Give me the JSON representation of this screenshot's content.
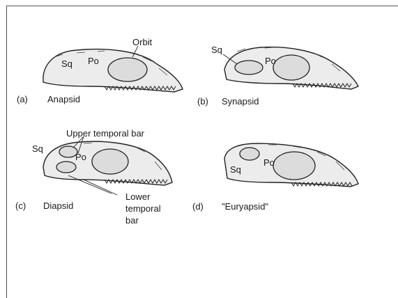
{
  "panels": {
    "a": {
      "letter": "(a)",
      "name": "Anapsid",
      "labels": {
        "sq": "Sq",
        "po": "Po",
        "orbit": "Orbit"
      }
    },
    "b": {
      "letter": "(b)",
      "name": "Synapsid",
      "labels": {
        "sq": "Sq",
        "po": "Po"
      }
    },
    "c": {
      "letter": "(c)",
      "name": "Diapsid",
      "labels": {
        "sq": "Sq",
        "po": "Po",
        "upper_bar": "Upper temporal bar",
        "lower_bar_1": "Lower",
        "lower_bar_2": "temporal",
        "lower_bar_3": "bar"
      }
    },
    "d": {
      "letter": "(d)",
      "name": "\"Euryapsid\"",
      "labels": {
        "sq": "Sq",
        "po": "Po"
      }
    }
  }
}
